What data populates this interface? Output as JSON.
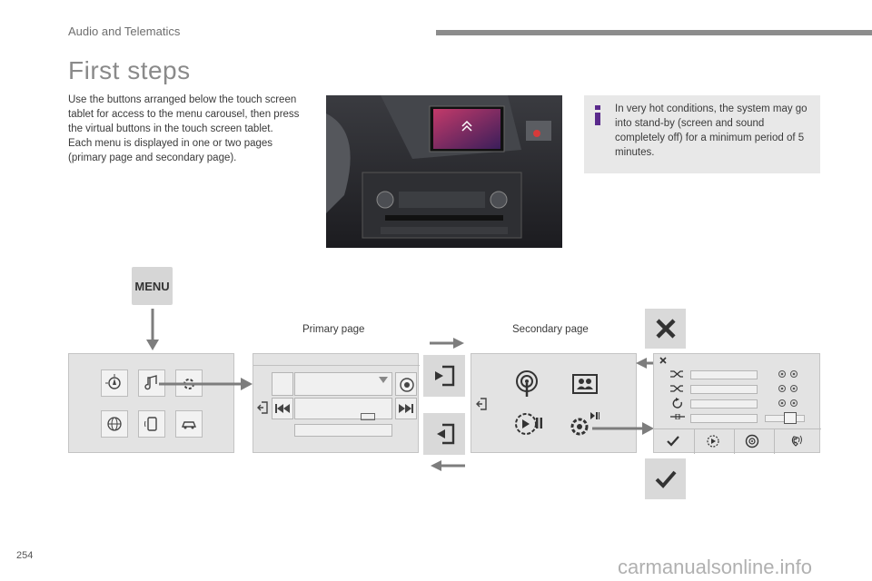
{
  "header": {
    "section_title": "Audio and Telematics",
    "page_title": "First steps"
  },
  "intro": {
    "paragraph1": "Use the buttons arranged below the touch screen tablet for access to the menu carousel, then press the virtual buttons in the touch screen tablet.",
    "paragraph2": "Each menu is displayed in one or two pages (primary page and secondary page)."
  },
  "info_box": {
    "text": "In very hot conditions, the system may go into stand-by (screen and sound completely off) for a minimum period of 5 minutes.",
    "icon": "info-icon"
  },
  "menu_button": {
    "label": "MENU"
  },
  "diagram": {
    "primary_page_label": "Primary page",
    "secondary_page_label": "Secondary page",
    "icons": {
      "back": "back-icon",
      "close": "close-x-icon",
      "confirm": "checkmark-icon",
      "previous": "previous-track-icon",
      "next": "next-track-icon",
      "radio": "radio-antenna-icon",
      "contacts": "contacts-icon",
      "play_pause": "play-pause-icon",
      "settings": "settings-gear-icon",
      "shuffle": "shuffle-icon",
      "repeat": "repeat-icon"
    }
  },
  "footer": {
    "page_number": "254",
    "watermark": "carmanualsonline.info"
  },
  "colors": {
    "panel": "#e3e3e3",
    "button": "#d9d9d9",
    "arrow": "#7d7d7d",
    "title_gray": "#8a8a8a",
    "accent_purple": "#5a2a8c"
  }
}
